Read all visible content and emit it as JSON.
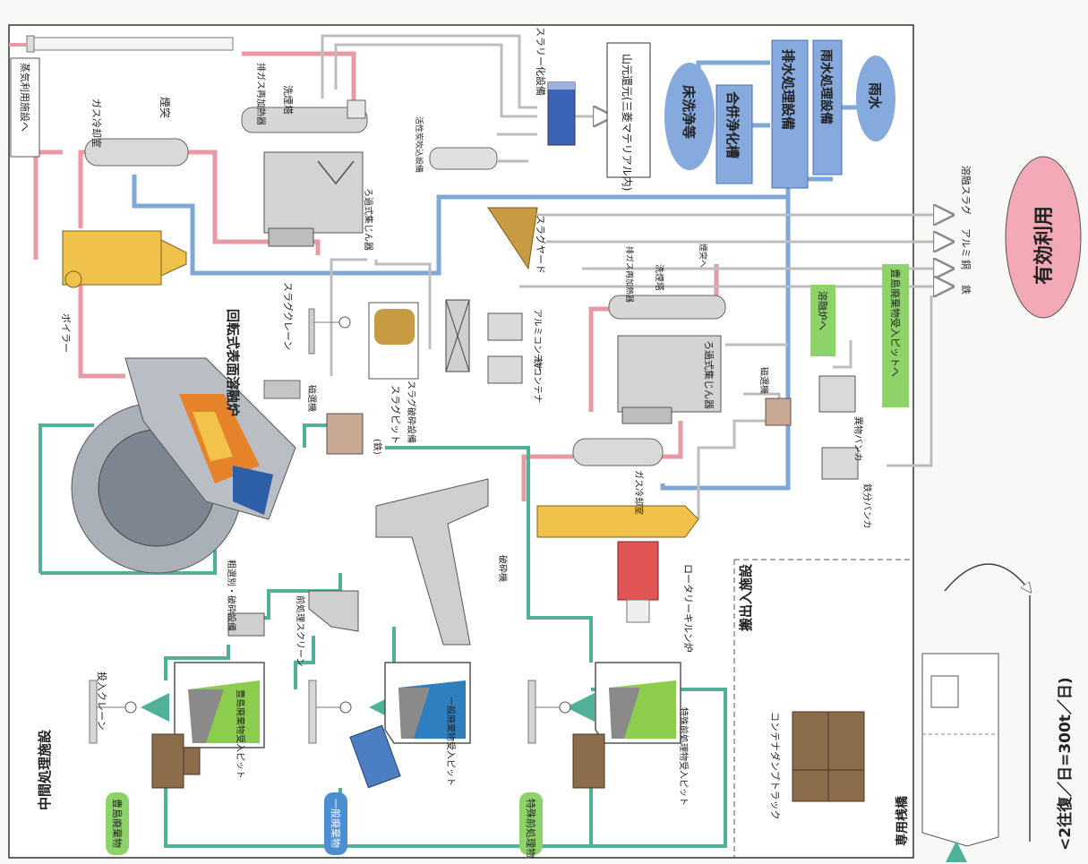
{
  "diagram": {
    "main_frame_title": "中間処理施設",
    "unloading_area_title": "搬出入施設",
    "dock_label": "専用桟橋",
    "effective_use": "有効利用",
    "bottom_note": "<2往復／日=300t／日)",
    "colors": {
      "pink_flow": "#e79aa6",
      "blue_flow": "#7fa7d8",
      "green_flow": "#4fb298",
      "gray_flow": "#c5c5c5",
      "boiler": "#f0c14b",
      "equipment": "#cfcfcf",
      "wastewater": "#86a9de",
      "pit_green": "#8ccd4e",
      "pit_blue": "#2f7fbf",
      "kiln_red": "#e25555",
      "truck": "#8b6d4b",
      "tag_green": "#8dd36a",
      "tag_blue": "#4b8fd2",
      "effective_oval": "#f3a9b6"
    },
    "labels": {
      "chimney": "煙突",
      "steam_to_facility": "蒸気利用施設へ",
      "gas_cooling_1": "ガス冷却室",
      "exhaust_reheat_1": "排ガス再加熱器",
      "cleaning_tower_1": "洗煙塔",
      "slurry_eq": "スラリー化設備",
      "mountain_reduction": "山元還元(三菱マテリアル内)",
      "floor_wash": "床洗浄等",
      "combined_septic": "合併浄化槽",
      "wastewater_plant": "排水処理設備",
      "rainwater_plant": "雨水処理設備",
      "rain": "雨水",
      "activated_carbon": "活性炭吹込設備",
      "bag_filter_1": "ろ過式集じん器",
      "boiler": "ボイラー",
      "slag_yard": "スラグヤード",
      "slag_crane": "スラグクレーン",
      "slag_pit": "スラグピット",
      "slag_crusher": "スラグ破砕設備",
      "alumi_container": "アルミコンテナ",
      "iron_container": "鉄コンテナ",
      "exhaust_reheat_2": "排ガス再加熱器",
      "cleaning_tower_2": "洗煙塔",
      "to_chimney": "煙突へ",
      "to_melting_furnace": "溶融炉へ",
      "bag_filter_2": "ろ過式集じん器",
      "to_teshima_pit": "豊島廃棄物受入ピットへ",
      "magnetic_sep_2": "磁選機",
      "foreign_hopper": "異物バンカ",
      "iron_hopper": "鉄分バンカ",
      "gas_cooling_2": "ガス冷却室",
      "rotary_furnace": "回転式表面溶融炉",
      "magnetic_sep_1": "磁選機",
      "iron_mark": "(鉄)",
      "crusher": "破砕機",
      "rotary_kiln": "ロータリーキルン炉",
      "sorting": "粗選別・破砕設備",
      "pre_screen": "前処理スクリーン",
      "receiving_crane": "投入クレーン",
      "teshima_pit": "豊島廃棄物受入ピット",
      "general_pit": "一般廃棄物受入ピット",
      "special_pit": "特殊前処理物受入ピット",
      "container_truck": "コンテナダンプトラック",
      "tag_teshima": "豊島廃棄物",
      "tag_general": "一般廃棄物",
      "tag_special": "特殊前処理物"
    },
    "right_outputs": [
      "溶融スラグ",
      "アルミ",
      "銅",
      "鉄"
    ]
  }
}
